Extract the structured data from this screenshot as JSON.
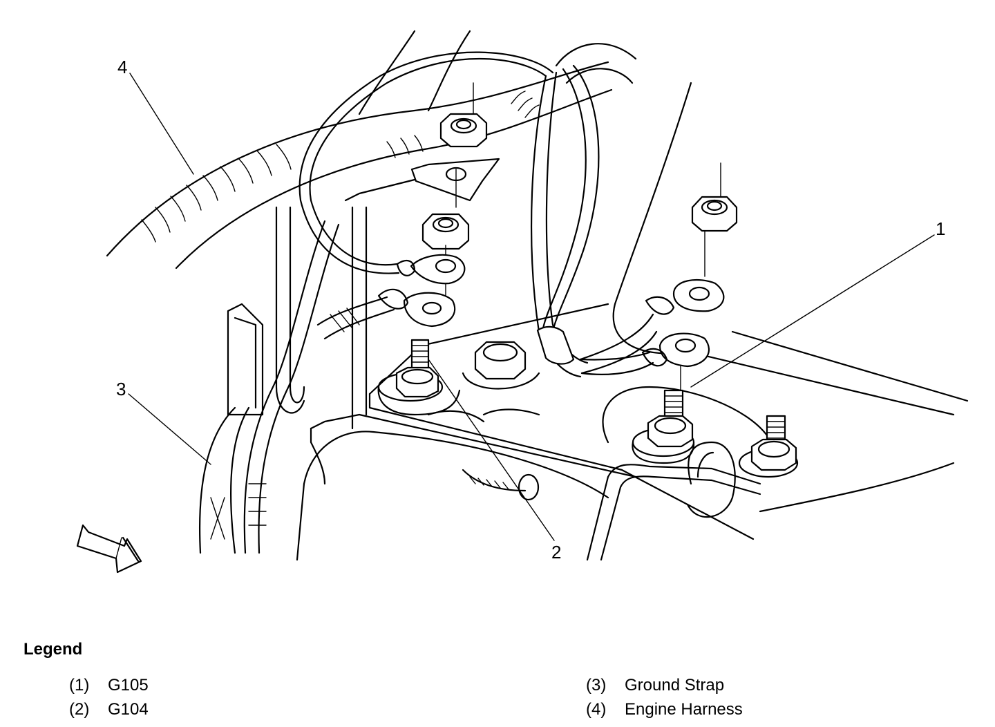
{
  "diagram": {
    "callouts": [
      "1",
      "2",
      "3",
      "4"
    ]
  },
  "legend": {
    "title": "Legend",
    "items": [
      {
        "num": "(1)",
        "label": "G105"
      },
      {
        "num": "(2)",
        "label": "G104"
      },
      {
        "num": "(3)",
        "label": "Ground Strap"
      },
      {
        "num": "(4)",
        "label": "Engine Harness"
      }
    ]
  },
  "colors": {
    "line": "#000000",
    "background": "#ffffff"
  }
}
